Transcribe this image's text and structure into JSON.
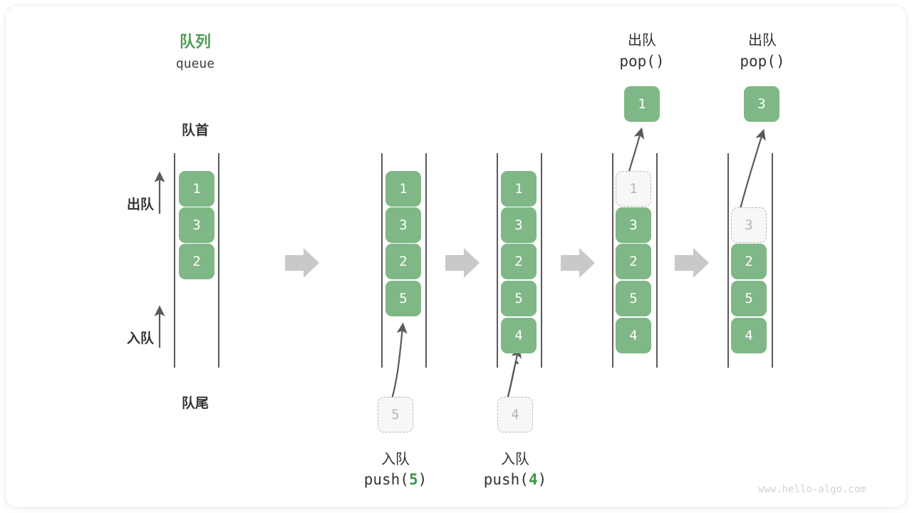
{
  "diagram": {
    "title_cn": "队列",
    "title_en": "queue",
    "front_label": "队首",
    "rear_label": "队尾",
    "dequeue_label": "出队",
    "enqueue_label": "入队",
    "watermark": "www.hello-algo.com",
    "accent_green": "#7fb786",
    "title_green": "#4f9b55",
    "ghost_gray": "#b6b6b6",
    "arrow_gray": "#c9c9c9",
    "rail_gray": "#5a5a5a"
  },
  "steps": [
    {
      "id": "initial",
      "cells": [
        "1",
        "3",
        "2"
      ],
      "ghost_index": -1,
      "incoming": null,
      "popped": null,
      "op_cn": "",
      "op_code": ""
    },
    {
      "id": "push-5",
      "cells": [
        "1",
        "3",
        "2",
        "5"
      ],
      "ghost_index": -1,
      "incoming": "5",
      "popped": null,
      "op_cn": "入队",
      "op_code_prefix": "push(",
      "op_code_value": "5",
      "op_code_suffix": ")"
    },
    {
      "id": "push-4",
      "cells": [
        "1",
        "3",
        "2",
        "5",
        "4"
      ],
      "ghost_index": -1,
      "incoming": "4",
      "popped": null,
      "op_cn": "入队",
      "op_code_prefix": "push(",
      "op_code_value": "4",
      "op_code_suffix": ")"
    },
    {
      "id": "pop-1",
      "cells": [
        "1",
        "3",
        "2",
        "5",
        "4"
      ],
      "ghost_index": 0,
      "incoming": null,
      "popped": "1",
      "op_cn": "出队",
      "op_code_prefix": "pop(",
      "op_code_value": "",
      "op_code_suffix": ")"
    },
    {
      "id": "pop-3",
      "cells": [
        "3",
        "2",
        "5",
        "4"
      ],
      "ghost_index": 0,
      "incoming": null,
      "popped": "3",
      "op_cn": "出队",
      "op_code_prefix": "pop(",
      "op_code_value": "",
      "op_code_suffix": ")"
    }
  ]
}
